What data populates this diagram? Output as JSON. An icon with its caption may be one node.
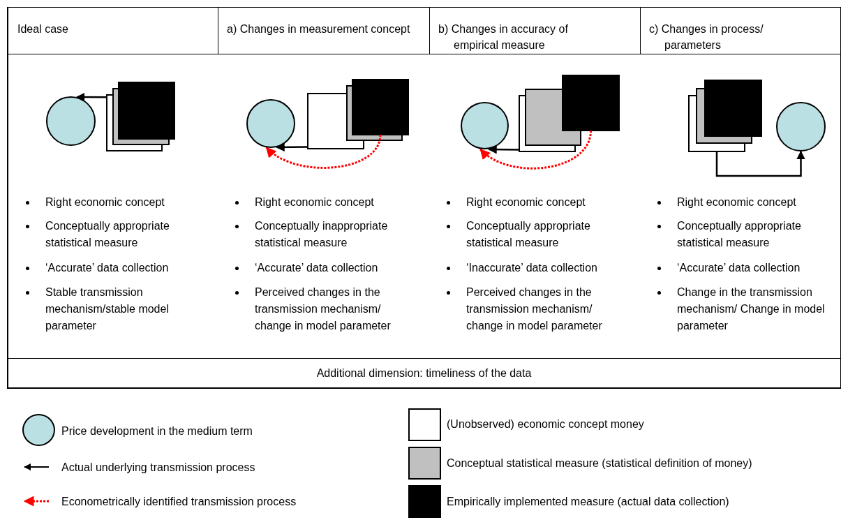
{
  "diagram": {
    "nodes": [
      {
        "text": [],
        "shape": "circle"
      },
      {
        "text": [],
        "shape": "box"
      },
      {
        "text": [],
        "shape": "box"
      },
      {
        "text": [],
        "shape": "box"
      },
      {
        "text": [],
        "shape": "circle"
      },
      {
        "text": [],
        "shape": "box"
      },
      {
        "text": [],
        "shape": "box"
      },
      {
        "text": [],
        "shape": "box"
      },
      {
        "text": [],
        "shape": "circle"
      },
      {
        "text": [],
        "shape": "box"
      },
      {
        "text": [],
        "shape": "box"
      },
      {
        "text": [],
        "shape": "box"
      },
      {
        "text": [],
        "shape": "box"
      },
      {
        "text": [],
        "shape": "box"
      },
      {
        "text": [],
        "shape": "box"
      },
      {
        "text": [],
        "shape": "circle"
      }
    ],
    "edges": [
      {
        "from": 1,
        "to": 0,
        "arrow": "to"
      },
      {
        "from": 5,
        "to": 4,
        "arrow": "to"
      },
      {
        "from": 7,
        "to": 4,
        "arrow": "to",
        "style": "dashed",
        "color": "#ff0000"
      },
      {
        "from": 9,
        "to": 8,
        "arrow": "to"
      },
      {
        "from": 11,
        "to": 8,
        "arrow": "to",
        "style": "dashed",
        "color": "#ff0000"
      },
      {
        "from": 12,
        "to": 15,
        "arrow": "to"
      }
    ],
    "labels": [
      "Ideal case",
      "a) Changes in measurement concept",
      "b) Changes in accuracy of empirical measure",
      "c) Changes in process/ parameters",
      "Right economic concept",
      "Conceptually appropriate statistical measure",
      "‘Accurate’ data collection",
      "Stable transmission mechanism/stable model parameter",
      "Right economic concept",
      "Conceptually inappropriate statistical measure",
      "‘Accurate’ data collection",
      "Perceived changes in the transmission mechanism/ change in model parameter",
      "Right economic concept",
      "Conceptually appropriate statistical measure",
      "‘Inaccurate’ data collection",
      "Perceived changes in the transmission mechanism/ change in model parameter",
      "Right economic concept",
      "Conceptually appropriate statistical measure",
      "‘Accurate’ data collection",
      "Change in the transmission mechanism/ Change in model parameter",
      "Additional dimension: timeliness of the data"
    ],
    "legend": [
      {
        "text": "Price development in the medium term",
        "color": "#bbe0e3"
      },
      {
        "text": "Actual underlying transmission process"
      },
      {
        "text": "Econometrically identified transmission process"
      },
      {
        "text": "(Unobserved) economic concept money",
        "color": "#ffffff"
      },
      {
        "text": "Conceptual statistical measure (statistical definition of money)",
        "color": "#c0c0c0"
      },
      {
        "text": "Empirically implemented measure (actual data collection)",
        "color": "#000000"
      }
    ]
  }
}
